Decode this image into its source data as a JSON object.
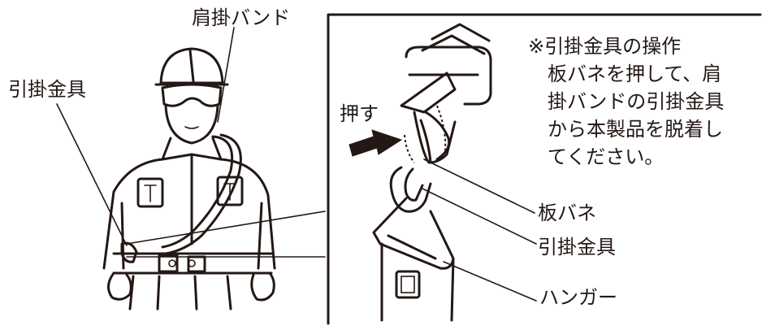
{
  "labels": {
    "shoulder_band": "肩掛バンド",
    "hook_fitting_left": "引掛金具",
    "push": "押す",
    "leaf_spring": "板バネ",
    "hook_fitting_right": "引掛金具",
    "hanger": "ハンガー"
  },
  "note": {
    "title": "※引掛金具の操作",
    "lines": [
      "板バネを押して、肩",
      "掛バンドの引掛金具",
      "から本製品を脱着し",
      "てください。"
    ]
  },
  "colors": {
    "ink": "#231815",
    "background": "#ffffff"
  },
  "icons": [
    "worker-figure",
    "buckle-detail",
    "push-arrow-icon"
  ]
}
